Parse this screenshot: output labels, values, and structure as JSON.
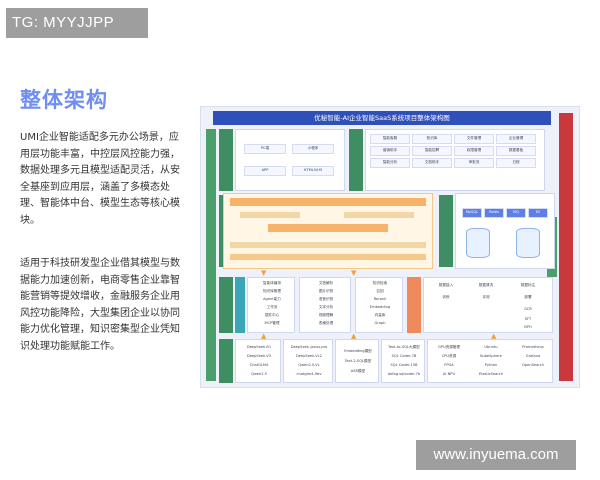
{
  "badge": "TG: MYYJJPP",
  "heading": "整体架构",
  "paragraph_1": "UMI企业智能适配多元办公场景，应用层功能丰富，中控层风控能力强，数据处理多元且模型适配灵活，从安全基座到应用层，涵盖了多模态处理、智能体中台、模型生态等核心模块。",
  "paragraph_2": "适用于科技研发型企业借其模型与数据能力加速创新，电商零售企业靠智能营销等提效增收，金融服务企业用风控功能降险，大型集团企业以协同能力优化管理，知识密集型企业凭知识处理功能赋能工作。",
  "watermark": "www.inyuema.com",
  "diagram": {
    "title": "优秘智能-AI企业智能SaaS系统项目整体架构图",
    "rows": {
      "row1": [
        "PC端",
        "小程序",
        "APP",
        "HTML5/H5"
      ],
      "row1_right": [
        "智能客服",
        "知识库",
        "文件管理",
        "企业管理",
        "营销助手",
        "智能招聘",
        "权限管理",
        "数据看板",
        "智能分析",
        "文档助手",
        "审批流",
        "日程"
      ],
      "row3": [
        "MySQL",
        "Redis",
        "MQ",
        "ES"
      ],
      "row4a": [
        "智能体编排",
        "知识库管理",
        "Agent能力",
        "工作流",
        "插件中心",
        "MCP管理"
      ],
      "row4b": [
        "文档解析",
        "图片识别",
        "语音识别",
        "文本分析",
        "视频理解",
        "表格处理"
      ],
      "row4c": [
        "知识检索",
        "召回",
        "Rerank",
        "Embedding",
        "向量库",
        "Graph"
      ],
      "row4d": [
        "数据接入",
        "数据清洗",
        "数据标注",
        "训练",
        "评测",
        "部署",
        "GCR",
        "SFT",
        "DPO"
      ],
      "row5a": [
        "DeepSeek-R1",
        "DeepSeek-V3",
        "ChatGLM4",
        "Qwen2.5"
      ],
      "row5b": [
        "DeepSeek-Janus-pro",
        "DeepSeek-VL2",
        "Qwen2.5-VL",
        "chatglm4-9bv"
      ],
      "row5c": [
        "Embedding模型",
        "Text-2-SQL模型",
        "ASR模型"
      ],
      "row5d": [
        "Text-to-SQL大模型",
        "SQL Coder-7B",
        "SQL Coder-15B",
        "defog-sqlcoder-7b"
      ],
      "row5e": [
        "GPU资源管理",
        "CPU资源",
        "FPGA",
        "AI NPU",
        "Ubuntu",
        "KubeSphere",
        "Python",
        "ElasticSearch",
        "Prometheus",
        "Grafana",
        "OpenSearch"
      ]
    }
  }
}
